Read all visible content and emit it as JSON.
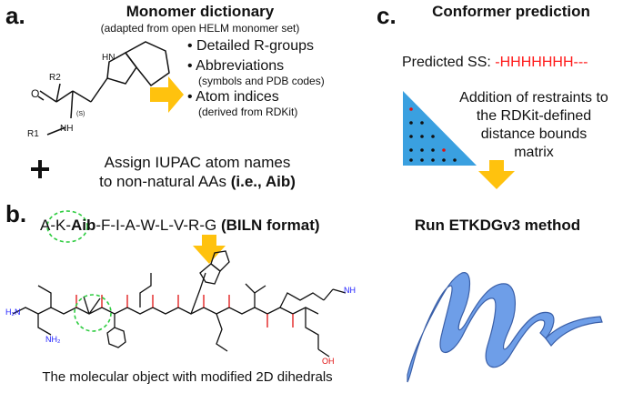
{
  "panels": {
    "a": {
      "letter": "a.",
      "title": "Monomer dictionary",
      "subtitle": "(adapted from open HELM monomer set)",
      "structure_labels": {
        "o": "O",
        "r2": "R2",
        "nh": "HN",
        "r1": "R1",
        "nh2": "NH",
        "stereo": "(S)"
      },
      "bullets": [
        {
          "main": "Detailed R-groups",
          "sub": ""
        },
        {
          "main": "Abbreviations",
          "sub": "(symbols and PDB codes)"
        },
        {
          "main": "Atom indices",
          "sub": "(derived from RDKit)"
        }
      ],
      "plus_text_line1": "Assign IUPAC atom names",
      "plus_text_line2_prefix": "to non-natural AAs ",
      "plus_text_line2_bold": "(i.e., Aib)"
    },
    "b": {
      "letter": "b.",
      "sequence_prefix": "A-K-",
      "sequence_highlight": "Aib",
      "sequence_suffix": "-F-I-A-W-L-V-R-G",
      "sequence_format": "(BILN format)",
      "mol_labels": {
        "h2n": "H₂N",
        "nh2": "NH₂",
        "oh": "OH",
        "nh": "NH"
      },
      "caption": "The molecular object with modified 2D dihedrals"
    },
    "c": {
      "letter": "c.",
      "title": "Conformer prediction",
      "ss_label": "Predicted SS: ",
      "ss_value": "-HHHHHHH---",
      "restraint_line1": "Addition of restraints to",
      "restraint_line2": "the RDKit-defined",
      "restraint_line3": "distance bounds",
      "restraint_line4": "matrix",
      "method": "Run ETKDGv3 method"
    }
  },
  "colors": {
    "arrow": "#ffc20e",
    "matrix": "#3aa0e0",
    "helix": "#6e9ee8",
    "dashed_circle": "#2ecc40",
    "sequence_red": "#ff1a1a",
    "bond_blue": "#1c1cff",
    "bond_red": "#e01010"
  }
}
